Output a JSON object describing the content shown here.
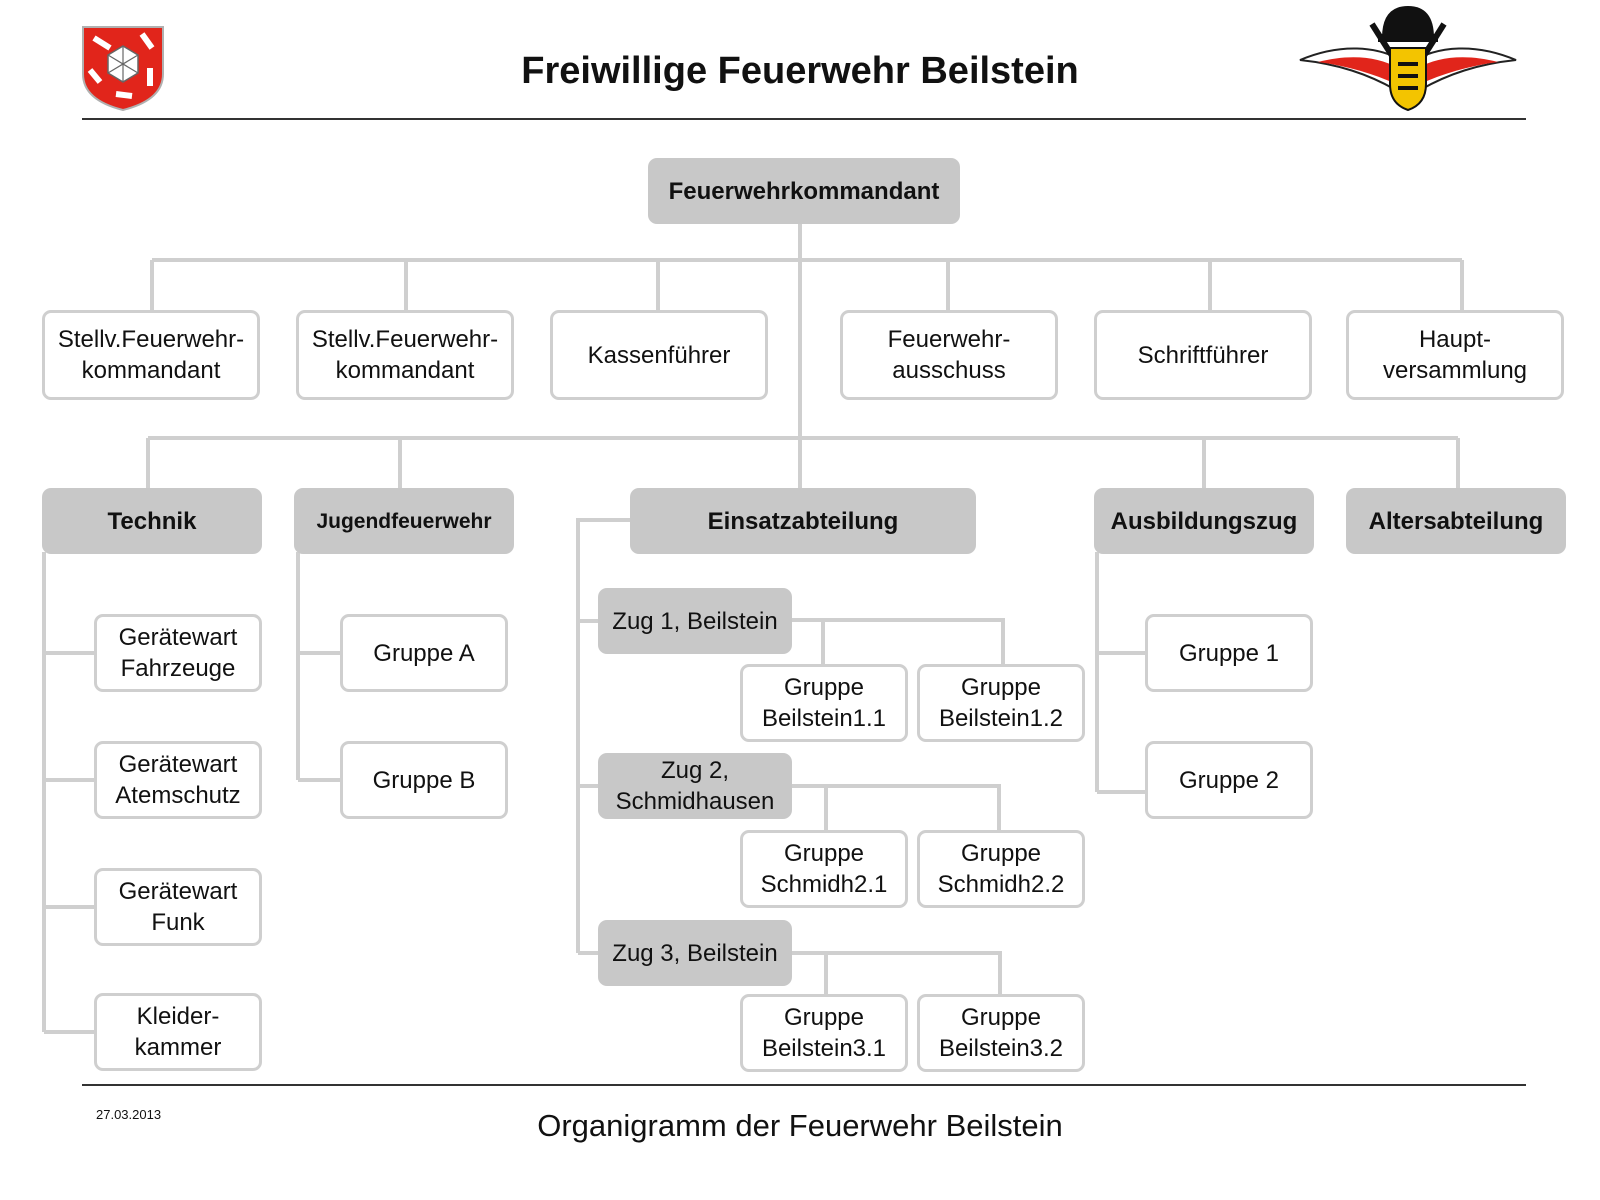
{
  "header": {
    "title": "Freiwillige Feuerwehr Beilstein"
  },
  "colors": {
    "node_fill_gray": "#c8c8c8",
    "node_border": "#cfcfcf",
    "connector": "#cfcfcf",
    "crest_red": "#e1251b"
  },
  "icons": {
    "left": "municipal-crest-icon",
    "right": "fire-brigade-emblem-icon"
  },
  "chart": {
    "top": "Feuerwehrkommandant",
    "staff": {
      "deputy1": "Stellv.Feuerwehr-\nkommandant",
      "deputy2": "Stellv.Feuerwehr-\nkommandant",
      "treasurer": "Kassenführer",
      "committee": "Feuerwehr-\nausschuss",
      "secretary": "Schriftführer",
      "assembly": "Haupt-\nversammlung"
    },
    "technik": {
      "label": "Technik",
      "items": [
        "Gerätewart\nFahrzeuge",
        "Gerätewart\nAtemschutz",
        "Gerätewart\nFunk",
        "Kleider-\nkammer"
      ]
    },
    "jugend": {
      "label": "Jugendfeuerwehr",
      "items": [
        "Gruppe A",
        "Gruppe B"
      ]
    },
    "einsatz": {
      "label": "Einsatzabteilung",
      "zuege": [
        {
          "label": "Zug 1, Beilstein",
          "groups": [
            "Gruppe\nBeilstein1.1",
            "Gruppe\nBeilstein1.2"
          ]
        },
        {
          "label": "Zug 2,\nSchmidhausen",
          "groups": [
            "Gruppe\nSchmidh2.1",
            "Gruppe\nSchmidh2.2"
          ]
        },
        {
          "label": "Zug 3, Beilstein",
          "groups": [
            "Gruppe\nBeilstein3.1",
            "Gruppe\nBeilstein3.2"
          ]
        }
      ]
    },
    "ausbildung": {
      "label": "Ausbildungszug",
      "items": [
        "Gruppe 1",
        "Gruppe 2"
      ]
    },
    "alters": {
      "label": "Altersabteilung"
    }
  },
  "footer": {
    "date": "27.03.2013",
    "title": "Organigramm der Feuerwehr Beilstein"
  }
}
